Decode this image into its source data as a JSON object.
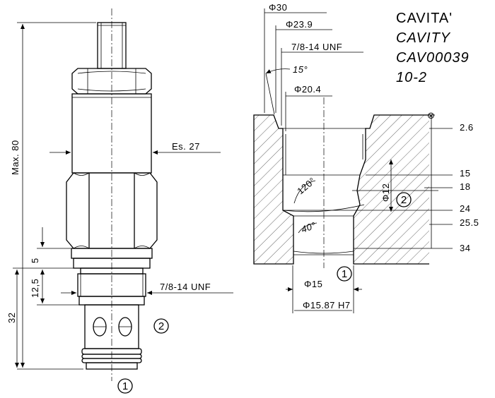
{
  "title_block": {
    "line1": "CAVITA'",
    "line2": "CAVITY",
    "line3": "CAV00039",
    "line4": "10-2"
  },
  "valve_view": {
    "max_length": "Max. 80",
    "hex_size": "Es. 27",
    "thread": "7/8-14 UNF",
    "dim_5": "5",
    "dim_12_5": "12,5",
    "dim_32": "32",
    "port_1": "1",
    "port_2": "2"
  },
  "cavity_view": {
    "dia_30": "Φ30",
    "dia_23_9": "Φ23.9",
    "thread": "7/8-14 UNF",
    "angle_15": "15°",
    "dia_20_4": "Φ20.4",
    "angle_120": "120°",
    "dia_12": "Φ12",
    "angle_40": "40°",
    "dia_15": "Φ15",
    "dia_15_87": "Φ15.87 H7",
    "depth_2_6": "2.6",
    "depth_15": "15",
    "depth_18": "18",
    "depth_24": "24",
    "depth_25_5": "25.5",
    "depth_34": "34",
    "port_1": "1",
    "port_2": "2",
    "surface_symbol": "⊗"
  }
}
